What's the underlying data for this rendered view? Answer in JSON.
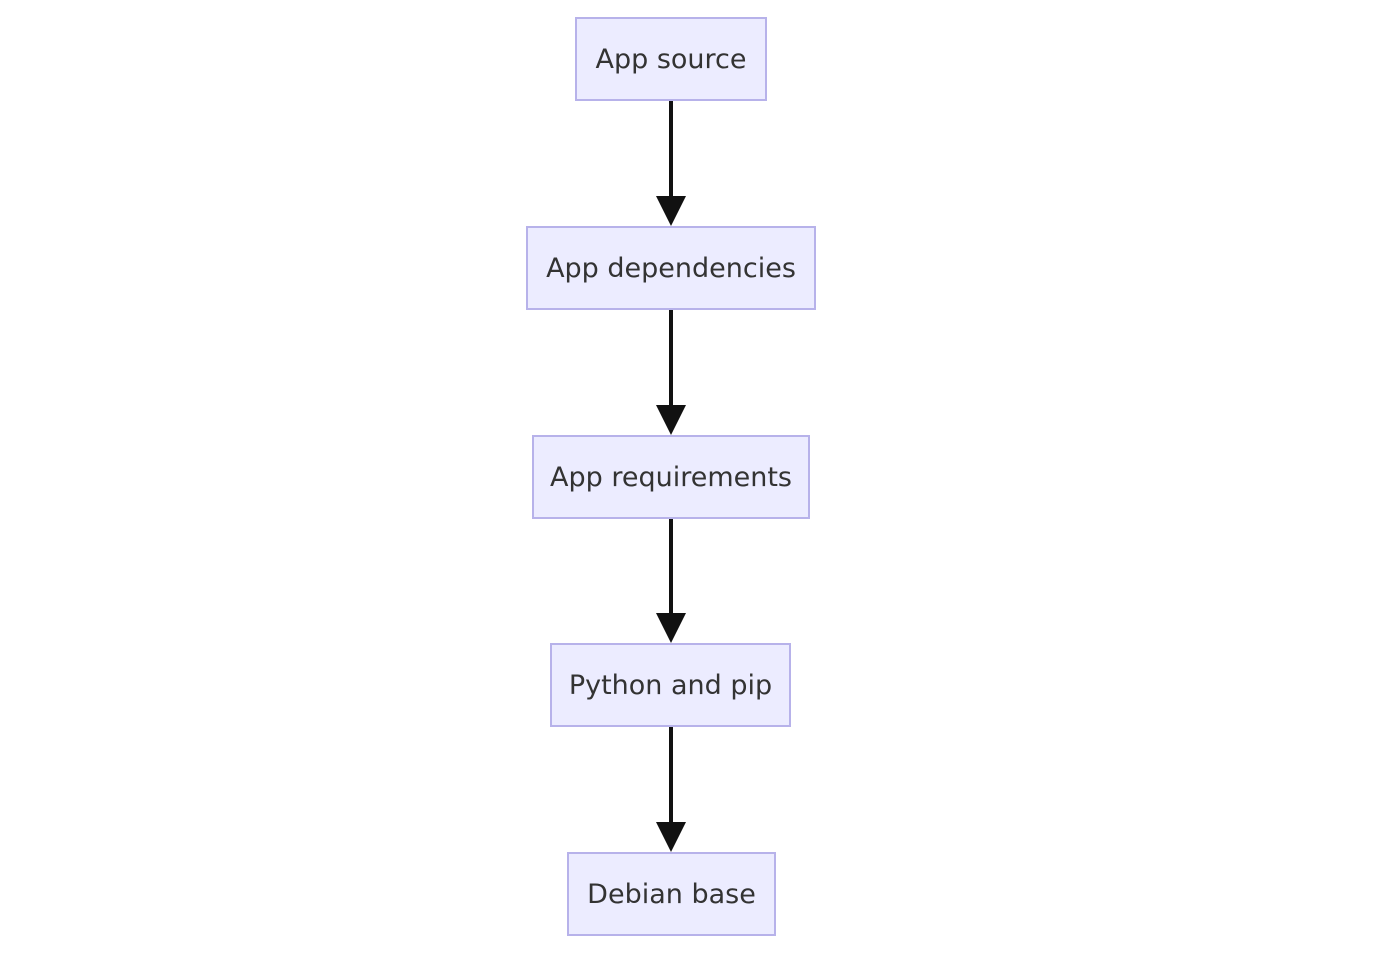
{
  "diagram": {
    "type": "flowchart",
    "direction": "top-to-bottom",
    "node_fill": "#ececff",
    "node_border": "#b7b2ea",
    "edge_color": "#111111",
    "nodes": [
      {
        "id": "app-source",
        "label": "App source"
      },
      {
        "id": "app-dependencies",
        "label": "App dependencies"
      },
      {
        "id": "app-requirements",
        "label": "App requirements"
      },
      {
        "id": "python-and-pip",
        "label": "Python and pip"
      },
      {
        "id": "debian-base",
        "label": "Debian base"
      }
    ],
    "edges": [
      {
        "from": "app-source",
        "to": "app-dependencies"
      },
      {
        "from": "app-dependencies",
        "to": "app-requirements"
      },
      {
        "from": "app-requirements",
        "to": "python-and-pip"
      },
      {
        "from": "python-and-pip",
        "to": "debian-base"
      }
    ]
  }
}
